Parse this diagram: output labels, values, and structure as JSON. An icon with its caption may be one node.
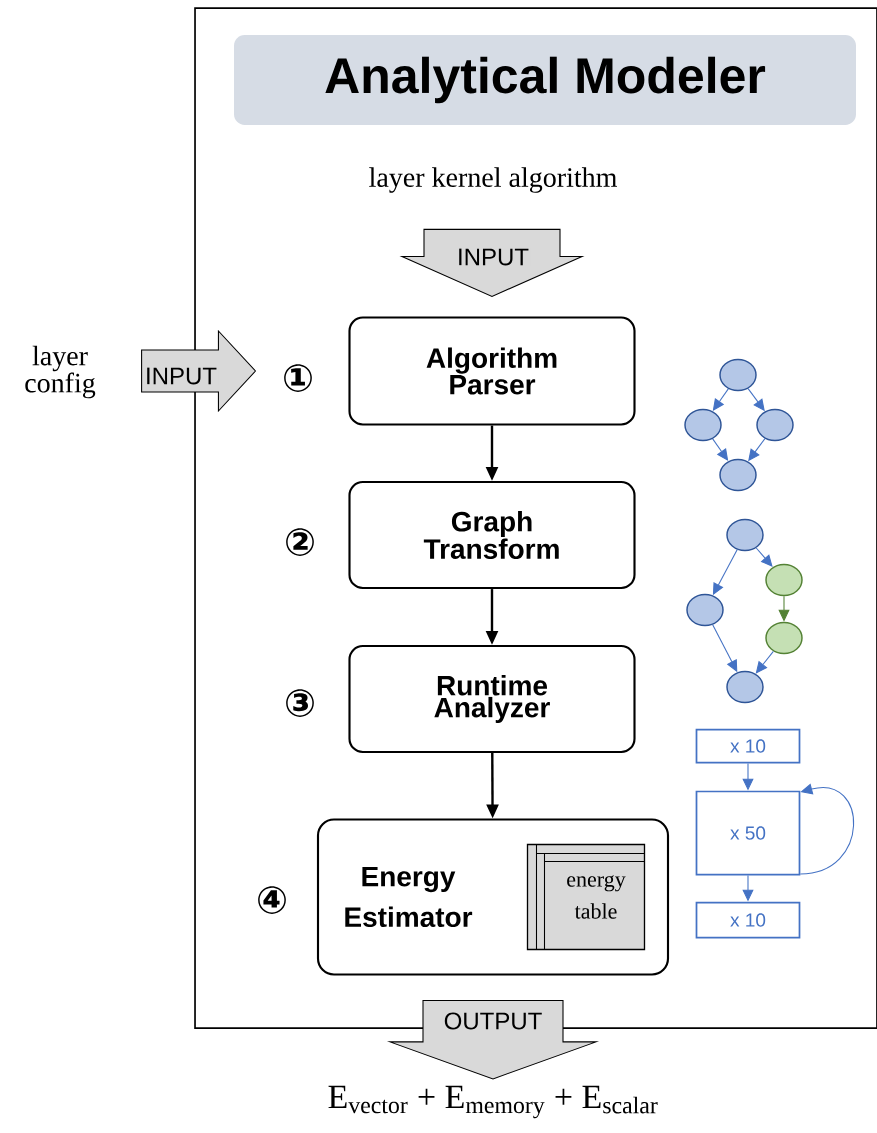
{
  "diagram": {
    "nodes": [
      {
        "text": [
          "Analytical Modeler"
        ]
      },
      {
        "text": [
          "layer kernel algorithm"
        ],
        "in": 0
      },
      {
        "text": [
          "layer config"
        ]
      },
      {
        "text": [
          "Algorithm Parser"
        ],
        "beside": [
          "①"
        ],
        "in": 0
      },
      {
        "text": [
          "Graph Transform"
        ],
        "beside": [
          "②"
        ],
        "in": 0
      },
      {
        "text": [
          "Runtime Analyzer"
        ],
        "beside": [
          "③"
        ],
        "in": 0
      },
      {
        "text": [
          "Energy Estimator"
        ],
        "beside": [
          "④"
        ],
        "in": 0
      },
      {
        "text": [
          "energy table"
        ],
        "in": 6
      },
      {
        "text": [
          "E$_{vector}$ + E$_{memory}$ + E$_{scalar}$"
        ]
      },
      {
        "text": [],
        "shape": "circle",
        "in": 0
      },
      {
        "text": [],
        "shape": "circle",
        "in": 0
      },
      {
        "text": [],
        "shape": "circle",
        "in": 0
      },
      {
        "text": [],
        "shape": "circle",
        "in": 0
      },
      {
        "text": [],
        "shape": "circle",
        "in": 0
      },
      {
        "text": [],
        "shape": "circle",
        "in": 0
      },
      {
        "text": [],
        "shape": "circle",
        "in": 0
      },
      {
        "text": [],
        "shape": "circle",
        "in": 0
      },
      {
        "text": [],
        "shape": "circle",
        "in": 0
      },
      {
        "text": [
          "x 10"
        ],
        "in": 0
      },
      {
        "text": [
          "x 50"
        ],
        "in": 0
      },
      {
        "text": [
          "x 10"
        ],
        "in": 0
      }
    ],
    "edges": [
      {
        "from": 1,
        "to": 3,
        "arrow": "to",
        "label": "INPUT",
        "style": "thick",
        "color": "#000000"
      },
      {
        "from": 2,
        "to": 3,
        "arrow": "to",
        "label": "INPUT",
        "style": "thick",
        "color": "#000000"
      },
      {
        "from": 3,
        "to": 4,
        "arrow": "to",
        "color": "#000000"
      },
      {
        "from": 4,
        "to": 5,
        "arrow": "to",
        "color": "#000000"
      },
      {
        "from": 5,
        "to": 6,
        "arrow": "to",
        "color": "#000000"
      },
      {
        "from": 6,
        "to": 8,
        "arrow": "to",
        "label": "OUTPUT",
        "style": "thick",
        "color": "#000000"
      },
      {
        "from": 9,
        "to": 10,
        "arrow": "to"
      },
      {
        "from": 9,
        "to": 11,
        "arrow": "to"
      },
      {
        "from": 10,
        "to": 12,
        "arrow": "to"
      },
      {
        "from": 11,
        "to": 12,
        "arrow": "to"
      },
      {
        "from": 13,
        "to": 14,
        "arrow": "to"
      },
      {
        "from": 13,
        "to": 15,
        "arrow": "to"
      },
      {
        "from": 15,
        "to": 16,
        "arrow": "to",
        "color": "#548235"
      },
      {
        "from": 14,
        "to": 17,
        "arrow": "to"
      },
      {
        "from": 16,
        "to": 17,
        "arrow": "to"
      },
      {
        "from": 18,
        "to": 19,
        "arrow": "to"
      },
      {
        "from": 19,
        "to": 20,
        "arrow": "to"
      },
      {
        "from": 19,
        "to": 19,
        "arrow": "to"
      }
    ]
  }
}
